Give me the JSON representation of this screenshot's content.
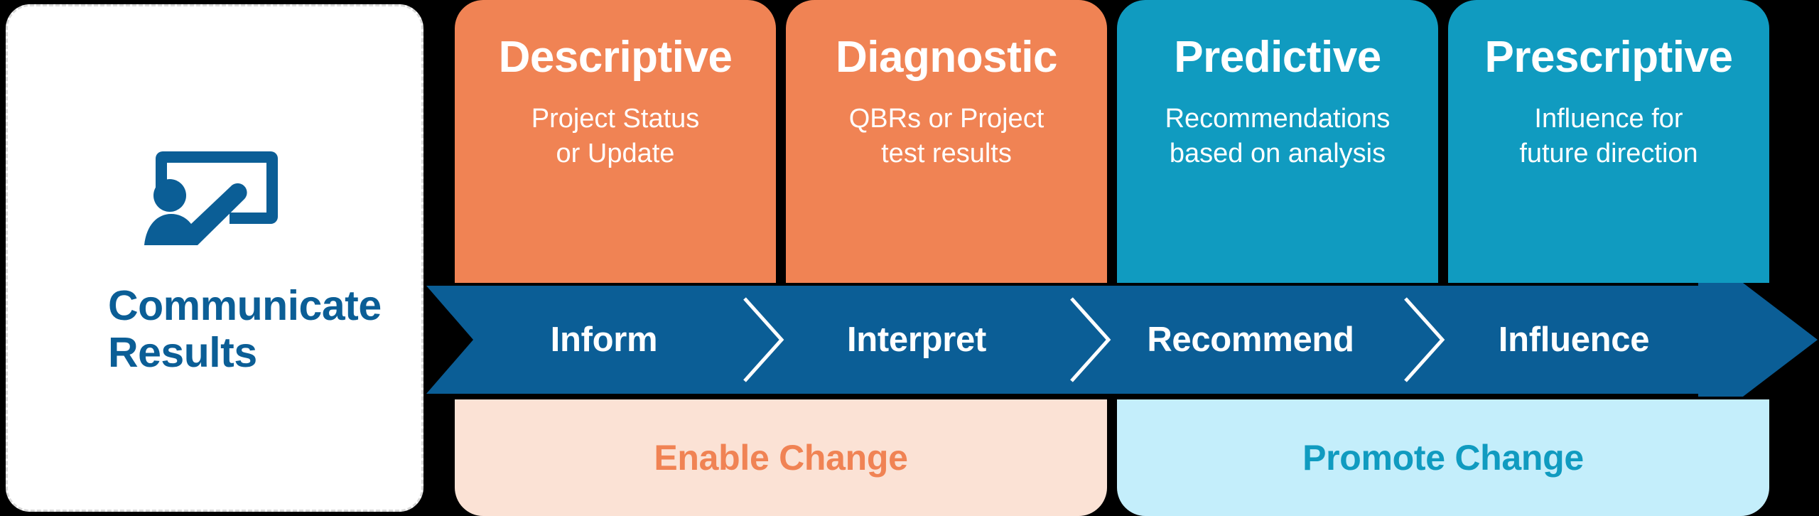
{
  "left_panel": {
    "icon": "presenter-whiteboard-icon",
    "title_line1": "Communicate",
    "title_line2": "Results",
    "title_color": "#0B5E96"
  },
  "stages": [
    {
      "title": "Descriptive",
      "sub_line1": "Project Status",
      "sub_line2": "or Update",
      "color": "#F08354",
      "band_label": "Inform"
    },
    {
      "title": "Diagnostic",
      "sub_line1": "QBRs or Project",
      "sub_line2": "test results",
      "color": "#F08354",
      "band_label": "Interpret"
    },
    {
      "title": "Predictive",
      "sub_line1": "Recommendations",
      "sub_line2": "based on analysis",
      "color": "#109BC0",
      "band_label": "Recommend"
    },
    {
      "title": "Prescriptive",
      "sub_line1": "Influence for",
      "sub_line2": "future direction",
      "color": "#109BC0",
      "band_label": "Influence"
    }
  ],
  "band": {
    "color": "#0B5E96",
    "divider_icon": "chevron-right-icon",
    "arrowhead_icon": "arrow-right-icon"
  },
  "banners": [
    {
      "label": "Enable Change",
      "bg": "#FBE2D5",
      "text_color": "#F08354"
    },
    {
      "label": "Promote Change",
      "bg": "#C4EEFB",
      "text_color": "#109BC0"
    }
  ]
}
